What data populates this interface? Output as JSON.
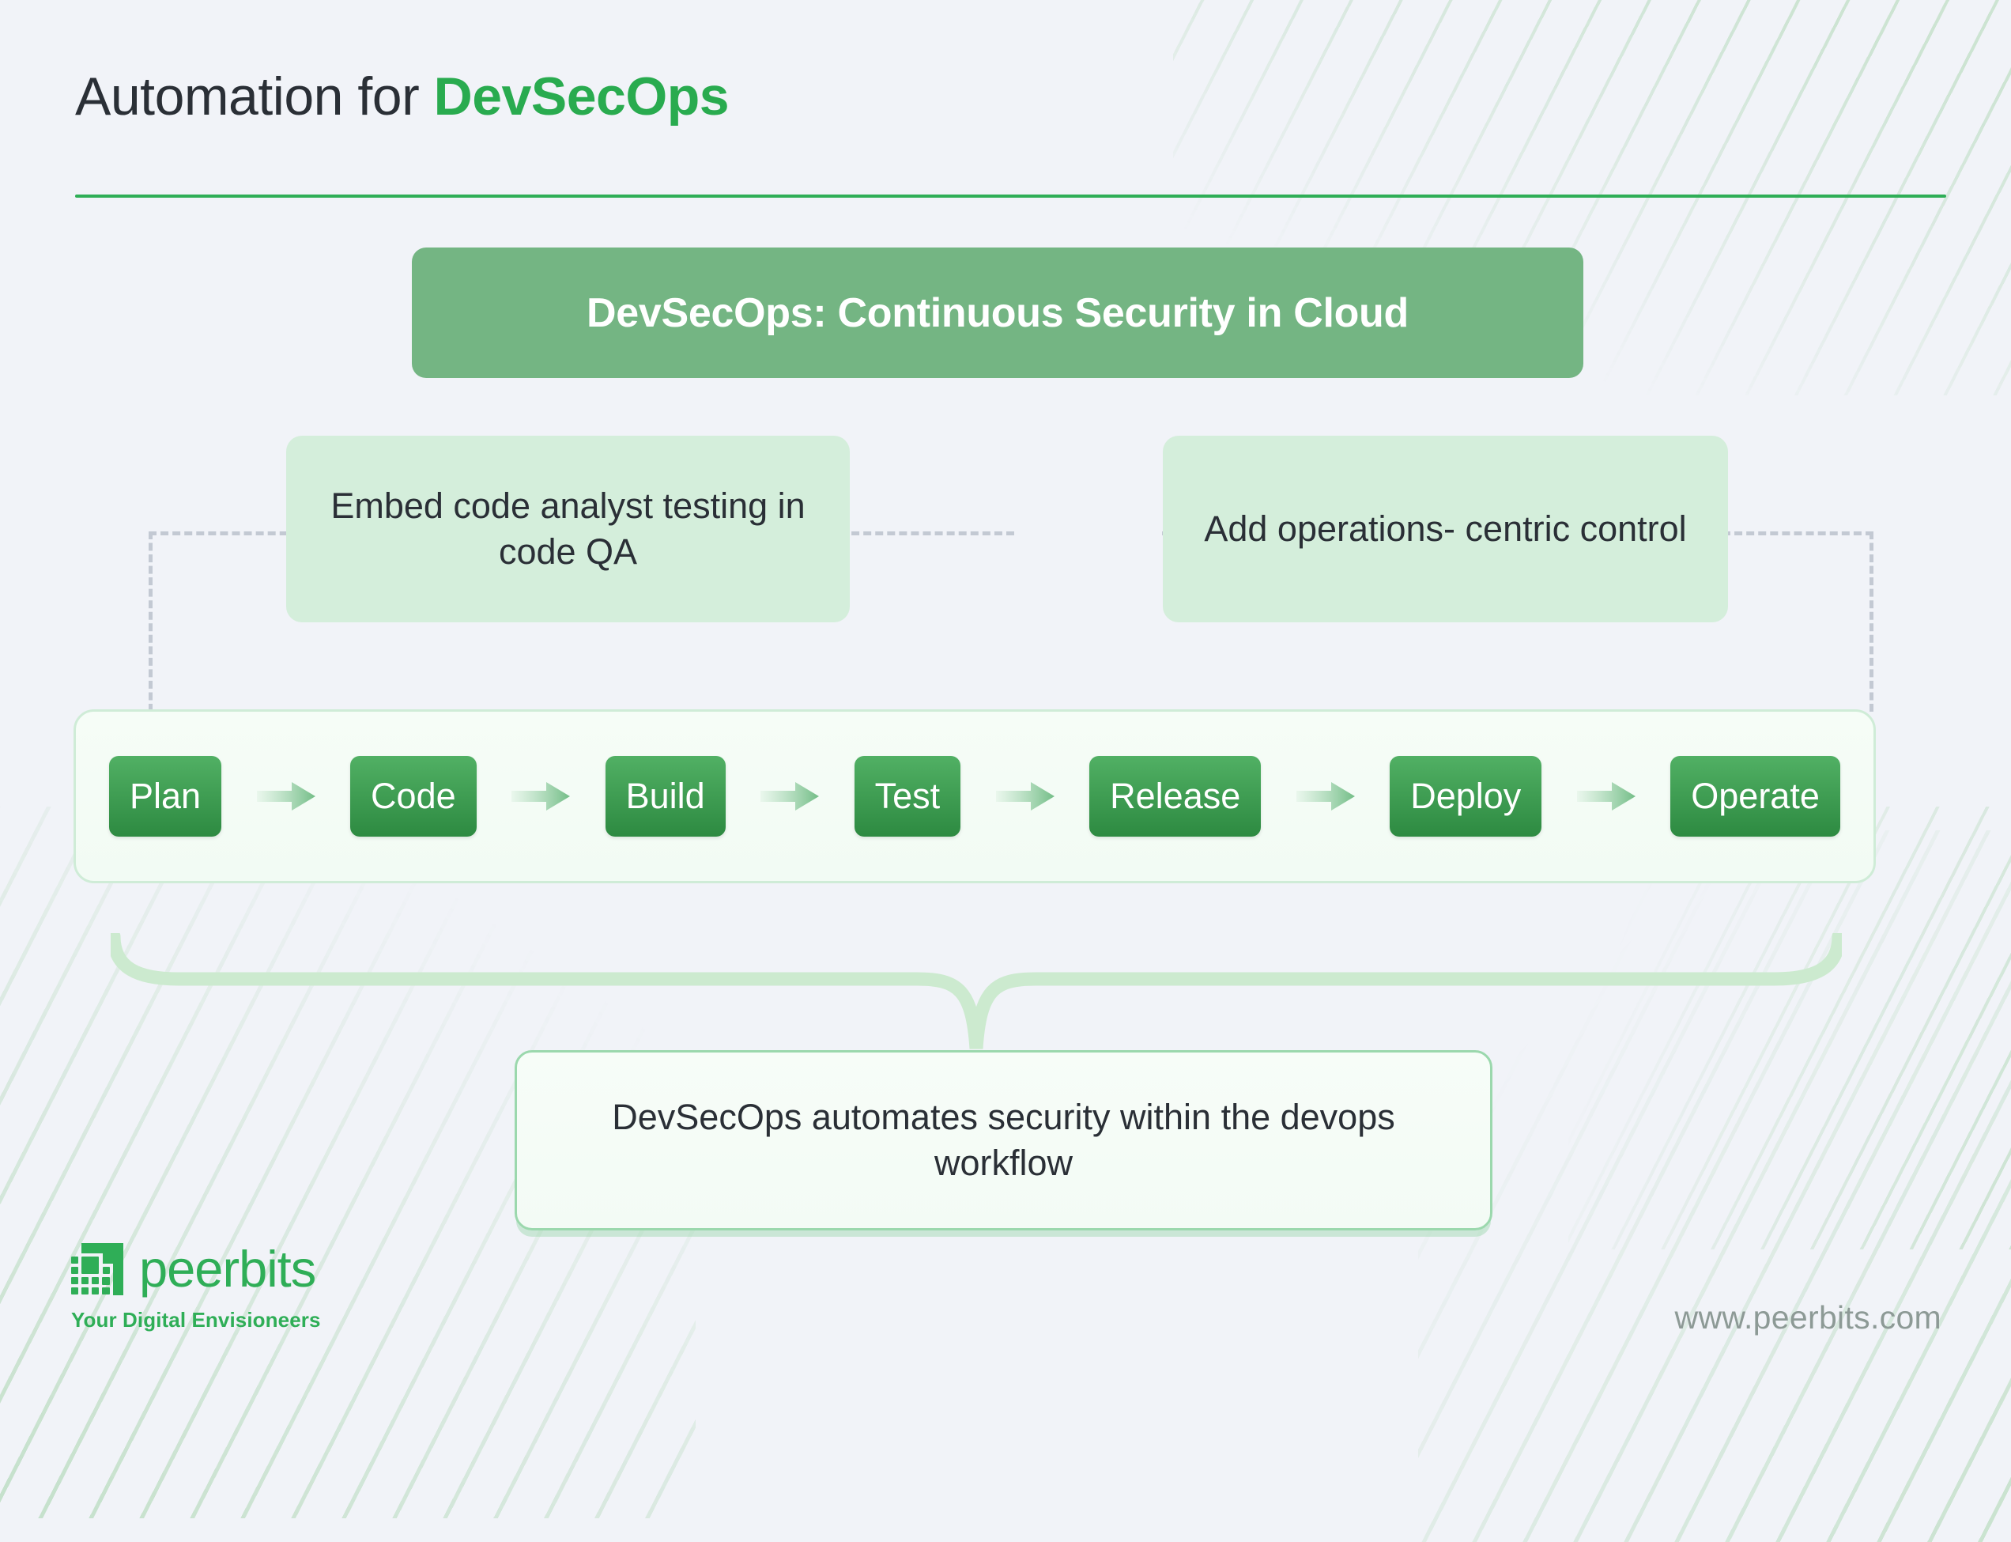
{
  "header": {
    "title_plain": "Automation for ",
    "title_accent": "DevSecOps",
    "accent_color": "#29ab4f",
    "rule_color": "#2fae57"
  },
  "banner": {
    "text": "DevSecOps: Continuous Security in Cloud",
    "background_color": "#74b583",
    "text_color": "#ffffff"
  },
  "callouts": [
    {
      "text": "Embed code analyst testing in code QA",
      "background_color": "#d4eedb"
    },
    {
      "text": "Add operations- centric control",
      "background_color": "#d4eedb"
    }
  ],
  "pipeline": {
    "arrow_icon": "arrow-right-icon",
    "chip_gradient_top": "#51b064",
    "chip_gradient_bottom": "#2d8a41",
    "stages": [
      {
        "label": "Plan"
      },
      {
        "label": "Code"
      },
      {
        "label": "Build"
      },
      {
        "label": "Test"
      },
      {
        "label": "Release"
      },
      {
        "label": "Deploy"
      },
      {
        "label": "Operate"
      }
    ]
  },
  "summary": {
    "text": "DevSecOps automates security within the devops workflow",
    "border_color": "#9bd8ad"
  },
  "footer": {
    "logo_mark_icon": "peerbits-pixel-mark-icon",
    "brand": "peerbits",
    "tagline": "Your Digital Envisioneers",
    "brand_color": "#2fae57",
    "website": "www.peerbits.com",
    "website_color": "#8d9a96"
  }
}
